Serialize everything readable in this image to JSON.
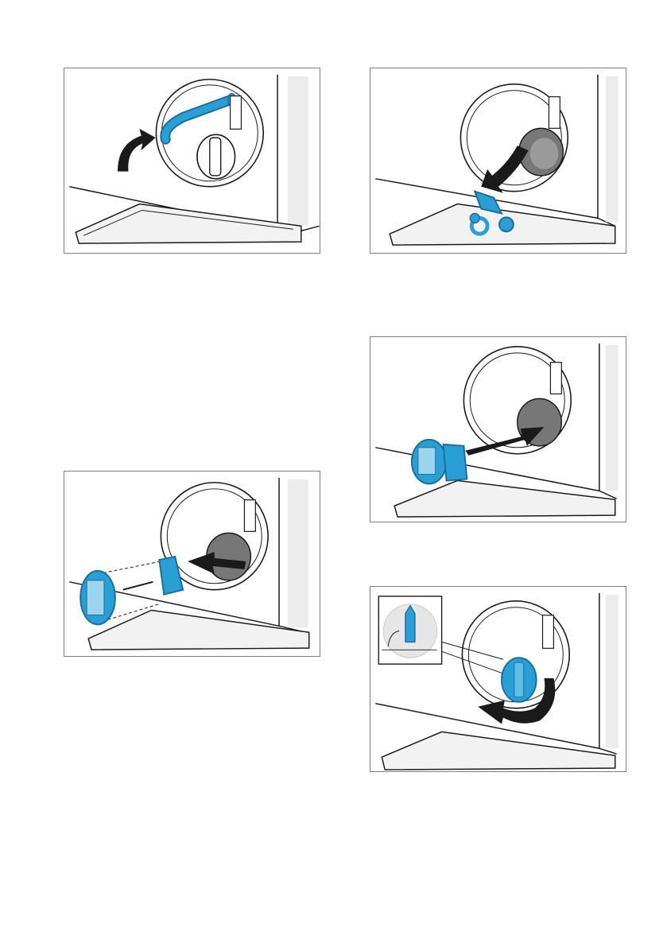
{
  "page": {
    "type": "appliance-manual-page",
    "illustrations": [
      {
        "step": "open-service-flap",
        "icon": "rotate-arrow-icon",
        "accent": "#2a9fd6"
      },
      {
        "step": "remove-filter-parts",
        "icon": "curved-arrow-down-icon",
        "accent": "#2a9fd6"
      },
      {
        "step": "insert-filter",
        "icon": "straight-arrow-icon",
        "accent": "#2a9fd6"
      },
      {
        "step": "pull-out-filter",
        "icon": "straight-arrow-icon",
        "accent": "#2a9fd6"
      },
      {
        "step": "turn-filter-cap",
        "icon": "rotate-arrow-icon",
        "accent": "#2a9fd6"
      }
    ],
    "colors": {
      "accent": "#2a9fd6",
      "accent_dark": "#1b6f9a",
      "outline": "#1a1a1a",
      "frame": "#7f7f7f",
      "shade": "#e9e9e9",
      "hole": "#777777"
    }
  }
}
